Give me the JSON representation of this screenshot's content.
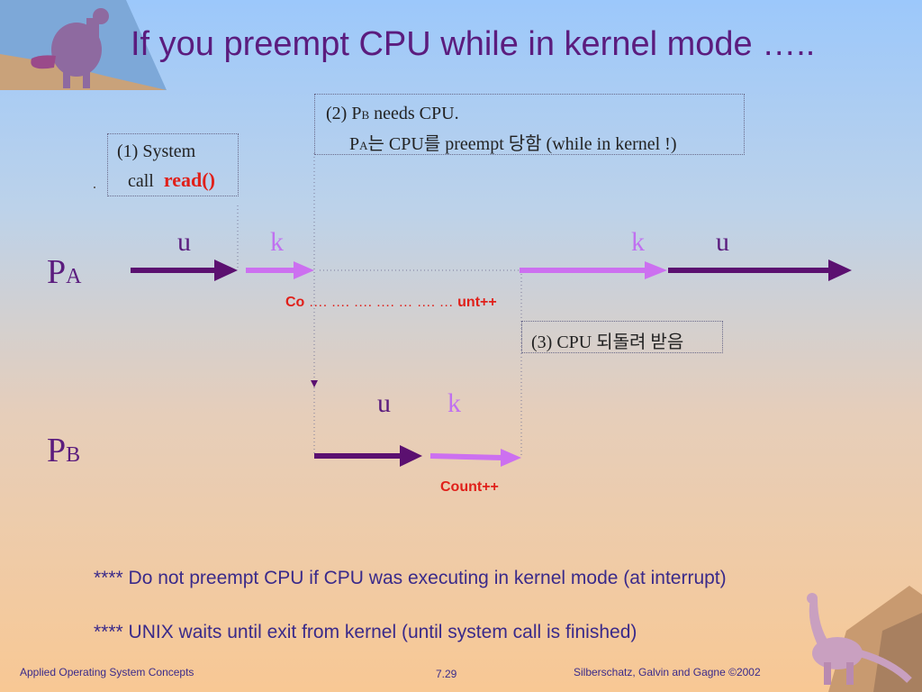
{
  "title": "If you preempt CPU while in kernel mode …..",
  "box1": {
    "line1": "(1) System",
    "line2": "call",
    "line2_red": "read()"
  },
  "box2": {
    "line1_pre": "(2) P",
    "line1_sub": "B",
    "line1_post": " needs CPU.",
    "line2_pre": "P",
    "line2_sub": "A",
    "line2_post": "는 CPU를 preempt 당함 (while in kernel !)"
  },
  "box3": {
    "text": "(3) CPU 되돌려 받음"
  },
  "pa": {
    "label": "P",
    "sub": "A",
    "u1": "u",
    "k1": "k",
    "k2": "k",
    "u2": "u",
    "count_start": "Co",
    "count_dots": "…. …. ….  ….   …  ….   …",
    "count_end": "unt++"
  },
  "pb": {
    "label": "P",
    "sub": "B",
    "u": "u",
    "k": "k",
    "count": "Count++"
  },
  "notes": [
    "**** Do not preempt CPU if CPU was executing in kernel  mode (at interrupt)",
    "**** UNIX waits until exit from kernel (until  system call is finished)"
  ],
  "footer": {
    "left": "Applied Operating System Concepts",
    "center": "7.29",
    "right": "Silberschatz, Galvin and  Gagne ©2002"
  },
  "colors": {
    "title": "#5b1c7e",
    "arrow_user": "#5b1070",
    "arrow_kernel": "#cc70f0",
    "red": "#e0201a"
  }
}
